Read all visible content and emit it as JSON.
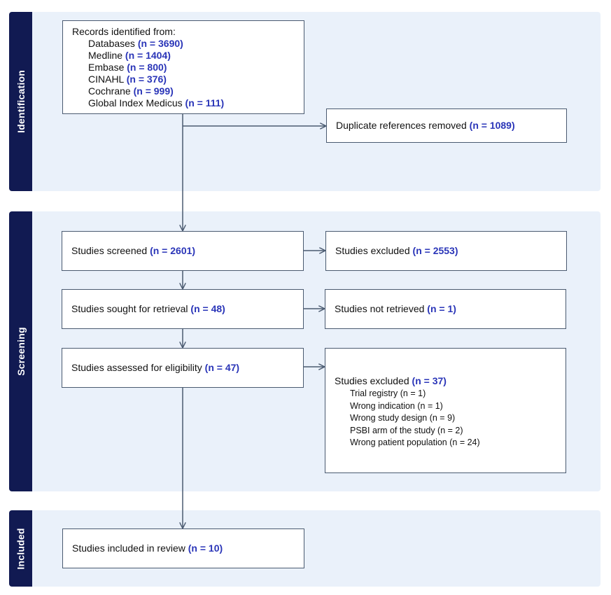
{
  "phases": {
    "identification": "Identification",
    "screening": "Screening",
    "included": "Included"
  },
  "records": {
    "heading": "Records identified from:",
    "sources": [
      {
        "label": "Databases",
        "n": "(n = 3690)"
      },
      {
        "label": "Medline",
        "n": "(n = 1404)"
      },
      {
        "label": "Embase",
        "n": "(n = 800)"
      },
      {
        "label": "CINAHL",
        "n": "(n = 376)"
      },
      {
        "label": "Cochrane",
        "n": "(n = 999)"
      },
      {
        "label": "Global Index Medicus",
        "n": "(n = 111)"
      }
    ]
  },
  "duplicates": {
    "label": "Duplicate references removed",
    "n": "(n = 1089)"
  },
  "screened": {
    "label": "Studies screened",
    "n": "(n = 2601)"
  },
  "excluded_screen": {
    "label": "Studies excluded",
    "n": "(n = 2553)"
  },
  "sought": {
    "label": "Studies sought for retrieval",
    "n": "(n = 48)"
  },
  "not_retrieved": {
    "label": "Studies not retrieved",
    "n": "(n = 1)"
  },
  "assessed": {
    "label": "Studies assessed for eligibility",
    "n": "(n = 47)"
  },
  "excluded_eligibility": {
    "label": "Studies excluded",
    "n": "(n = 37)",
    "reasons": [
      "Trial registry (n = 1)",
      "Wrong indication (n = 1)",
      "Wrong study design (n = 9)",
      "PSBI arm of the study (n = 2)",
      "Wrong patient population (n = 24)"
    ]
  },
  "included": {
    "label": "Studies included in review",
    "n": "(n = 10)"
  },
  "colors": {
    "band": "#eaf1fa",
    "side_bar": "#111a52",
    "count": "#2a35b8",
    "connector": "#4a5a70"
  }
}
